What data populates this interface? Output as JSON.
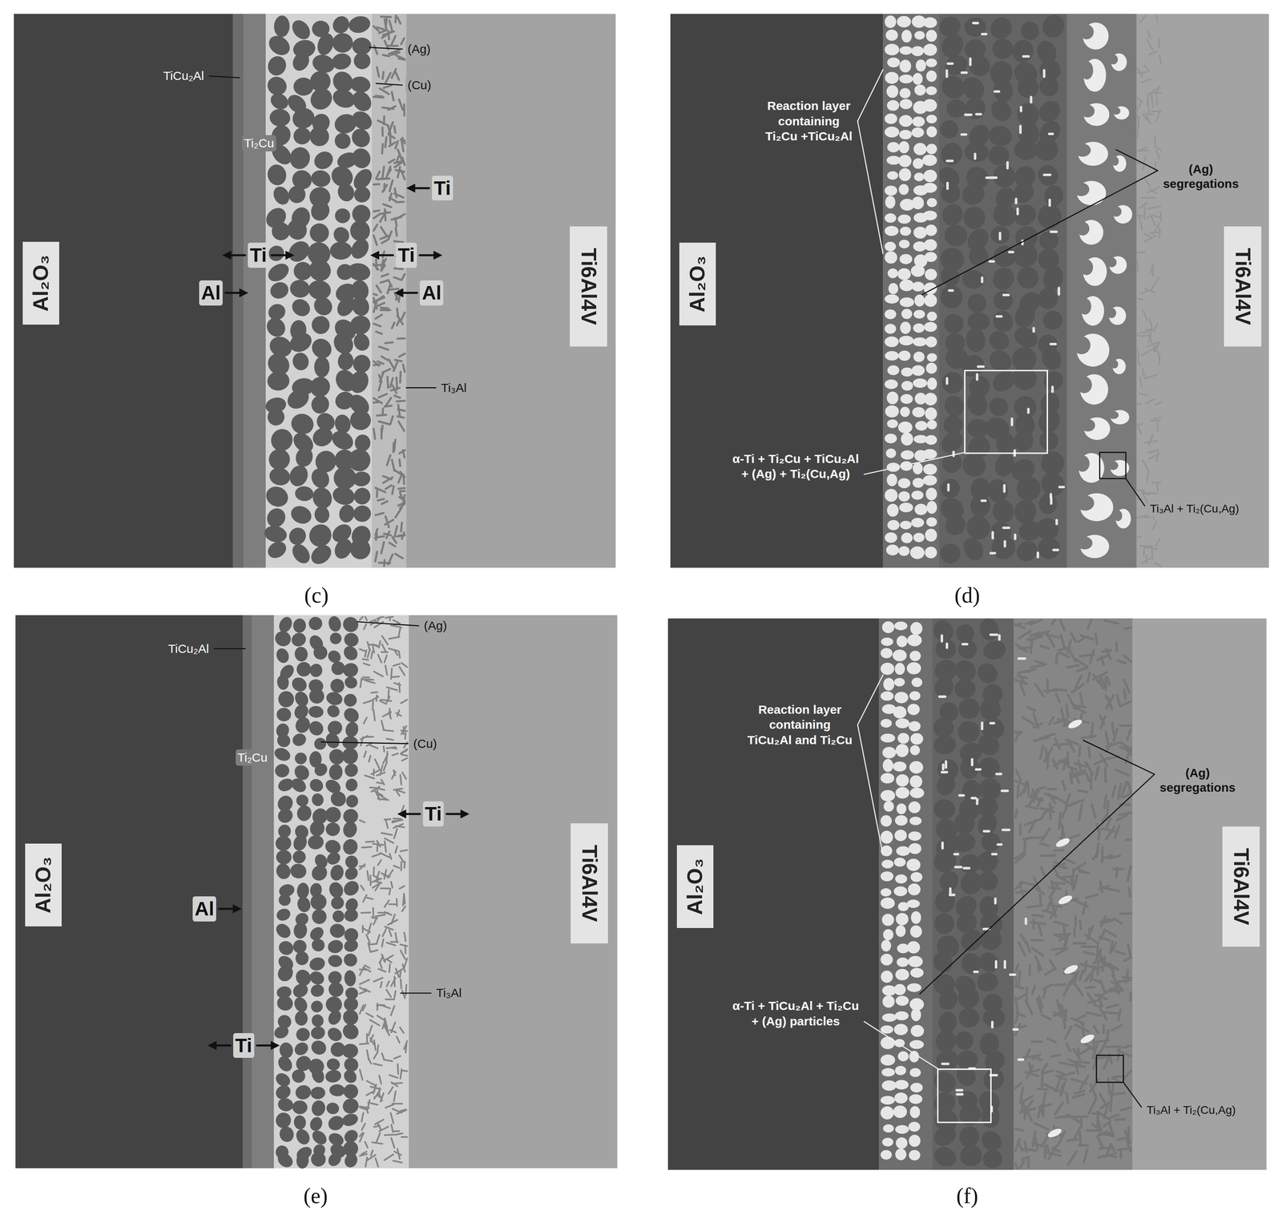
{
  "diagram": {
    "nodes": [
      {
        "text": [
          "Al₂O₃"
        ]
      },
      {
        "text": [
          "Ti6Al4V"
        ]
      },
      {
        "text": [
          "Al₂O₃"
        ]
      },
      {
        "text": [
          "Ti6Al4V"
        ]
      },
      {
        "text": [
          "Al₂O₃"
        ]
      },
      {
        "text": [
          "Ti6Al4V"
        ]
      },
      {
        "text": [
          "Al₂O₃"
        ]
      },
      {
        "text": [
          "Ti6Al4V"
        ]
      }
    ],
    "labels": [
      "TiCu₂Al",
      "(Ag)",
      "(Cu)",
      "Ti₂Cu",
      "Ti",
      "Ti",
      "Ti",
      "Al",
      "Al",
      "Ti₃Al",
      "(c)",
      "Reaction layer containing Ti₂Cu +TiCu₂Al",
      "(Ag) segregations",
      "α-Ti + Ti₂Cu + TiCu₂Al + (Ag) + Ti₂(Cu,Ag)",
      "Ti₃Al + Ti₂(Cu,Ag)",
      "(d)",
      "(Ag)",
      "TiCu₂Al",
      "(Cu)",
      "Ti₂Cu",
      "Ti",
      "Al",
      "Ti₃Al",
      "Ti",
      "(e)",
      "Reaction layer containing TiCu₂Al and Ti₂Cu",
      "(Ag) segregations",
      "α-Ti + TiCu₂Al + Ti₂Cu + (Ag) particles",
      "Ti₃Al + Ti₂(Cu,Ag)",
      "(f)"
    ]
  }
}
